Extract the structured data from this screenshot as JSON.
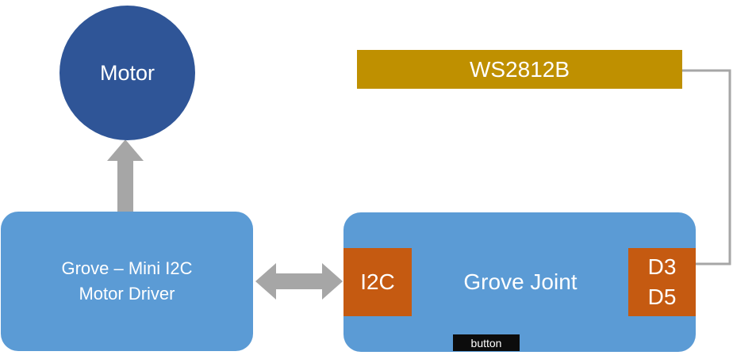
{
  "nodes": {
    "motor": "Motor",
    "ws2812b": "WS2812B",
    "driver_line1": "Grove – Mini I2C",
    "driver_line2": "Motor Driver",
    "grove_joint": "Grove Joint",
    "i2c_port": "I2C",
    "d3_port": "D3",
    "d5_port": "D5",
    "button": "button"
  },
  "colors": {
    "motor": "#2f5597",
    "ws2812b": "#bf9000",
    "boxes": "#5b9bd5",
    "ports": "#c55a11",
    "arrows": "#a6a6a6"
  }
}
